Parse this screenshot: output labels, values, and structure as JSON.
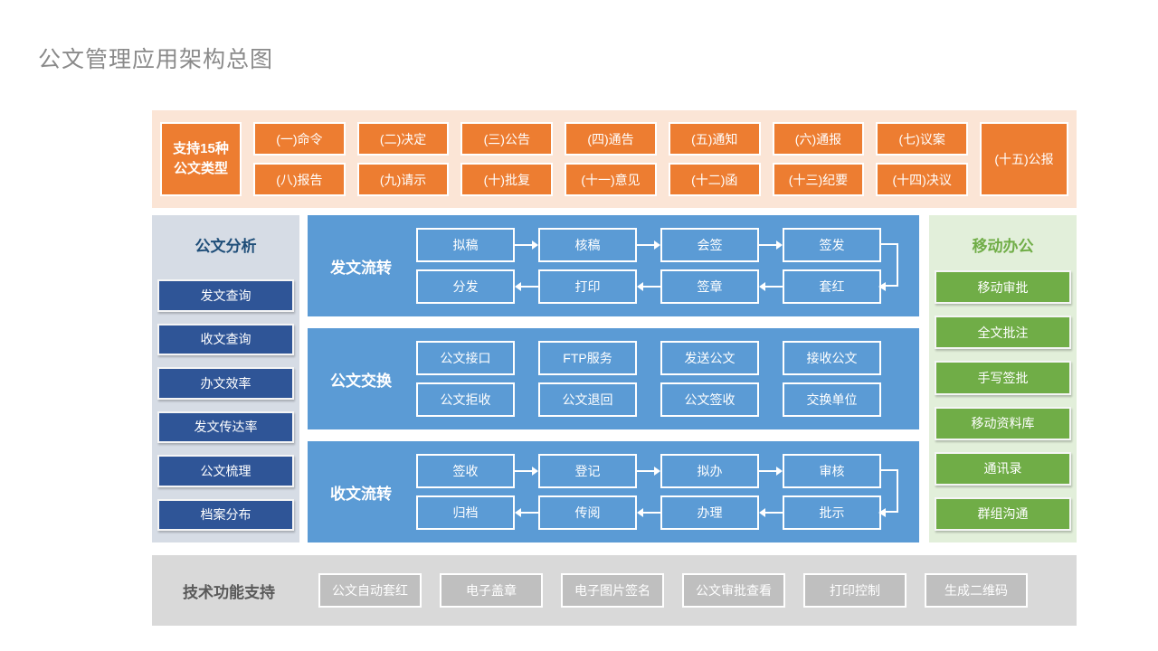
{
  "title": "公文管理应用架构总图",
  "colors": {
    "orange": "#ED7D31",
    "orange_band_bg": "#FBE5D6",
    "blue_section": "#5B9BD5",
    "navy_box": "#2F5597",
    "analysis_bg": "#D6DCE5",
    "analysis_header_text": "#1F4E79",
    "green_box": "#70AD47",
    "mobile_bg": "#E2EFDA",
    "tech_band_bg": "#D9D9D9",
    "tech_box": "#BFBFBF",
    "tech_header_text": "#595959",
    "title_text": "#8A8A8A",
    "box_text": "#FFFFFF"
  },
  "doc_types": {
    "label_line1": "支持15种",
    "label_line2": "公文类型",
    "row1": [
      "(一)命令",
      "(二)决定",
      "(三)公告",
      "(四)通告",
      "(五)通知",
      "(六)通报",
      "(七)议案"
    ],
    "row2": [
      "(八)报告",
      "(九)请示",
      "(十)批复",
      "(十一)意见",
      "(十二)函",
      "(十三)纪要",
      "(十四)决议"
    ],
    "tall": "(十五)公报"
  },
  "analysis": {
    "header": "公文分析",
    "items": [
      "发文查询",
      "收文查询",
      "办文效率",
      "发文传达率",
      "公文梳理",
      "档案分布"
    ]
  },
  "flows": [
    {
      "label": "发文流转",
      "top": [
        "拟稿",
        "核稿",
        "会签",
        "签发"
      ],
      "bottom": [
        "分发",
        "打印",
        "签章",
        "套红"
      ],
      "has_arrows": true
    },
    {
      "label": "公文交换",
      "top": [
        "公文接口",
        "FTP服务",
        "发送公文",
        "接收公文"
      ],
      "bottom": [
        "公文拒收",
        "公文退回",
        "公文签收",
        "交换单位"
      ],
      "has_arrows": false
    },
    {
      "label": "收文流转",
      "top": [
        "签收",
        "登记",
        "拟办",
        "审核"
      ],
      "bottom": [
        "归档",
        "传阅",
        "办理",
        "批示"
      ],
      "has_arrows": true
    }
  ],
  "mobile": {
    "header": "移动办公",
    "items": [
      "移动审批",
      "全文批注",
      "手写签批",
      "移动资料库",
      "通讯录",
      "群组沟通"
    ]
  },
  "tech": {
    "header": "技术功能支持",
    "items": [
      "公文自动套红",
      "电子盖章",
      "电子图片签名",
      "公文审批查看",
      "打印控制",
      "生成二维码"
    ]
  }
}
